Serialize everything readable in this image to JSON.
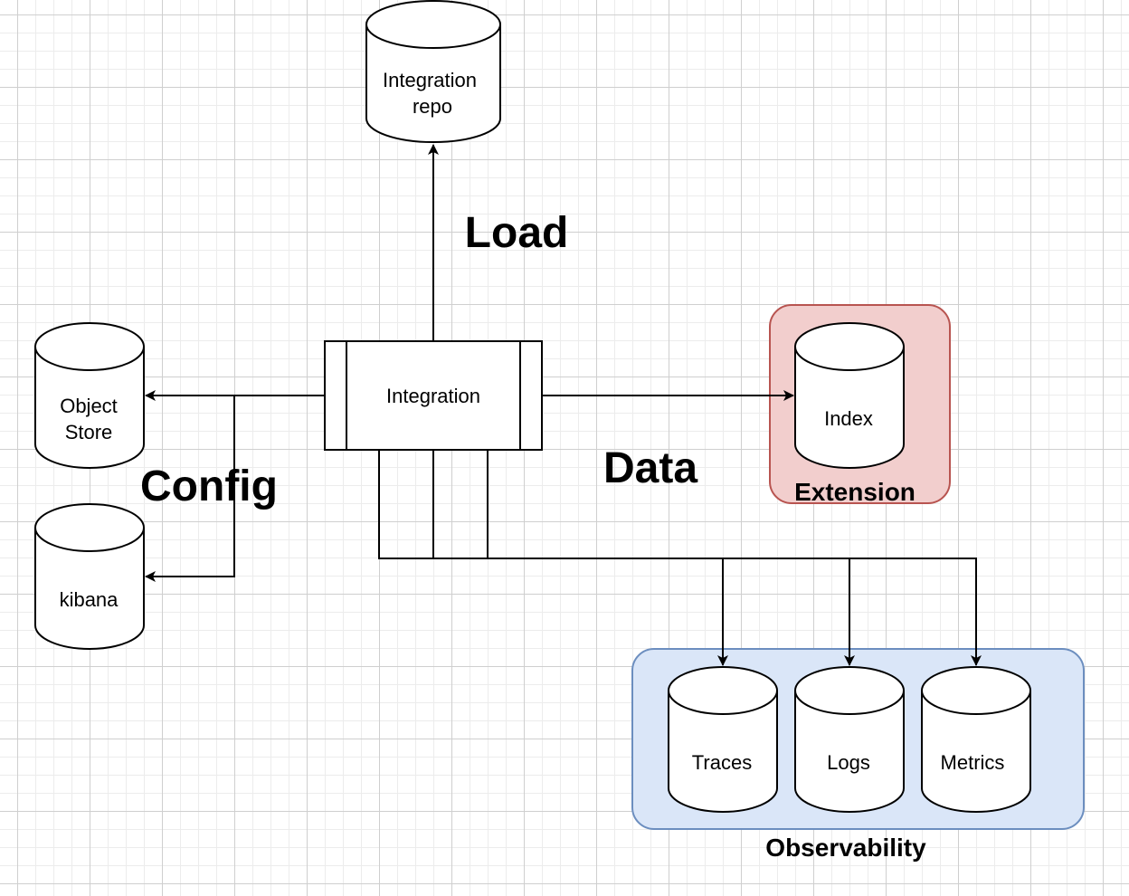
{
  "diagram": {
    "nodes": {
      "integration": {
        "label": "Integration",
        "shape": "process"
      },
      "integration_repo": {
        "label_lines": [
          "Integration",
          "repo"
        ],
        "shape": "cylinder"
      },
      "object_store": {
        "label_lines": [
          "Object",
          "Store"
        ],
        "shape": "cylinder"
      },
      "kibana": {
        "label": "kibana",
        "shape": "cylinder"
      },
      "index": {
        "label": "Index",
        "shape": "cylinder"
      },
      "traces": {
        "label": "Traces",
        "shape": "cylinder"
      },
      "logs": {
        "label": "Logs",
        "shape": "cylinder"
      },
      "metrics": {
        "label": "Metrics",
        "shape": "cylinder"
      }
    },
    "groups": {
      "extension": {
        "label": "Extension",
        "fill": "#f2cecd",
        "stroke": "#b85450"
      },
      "observability": {
        "label": "Observability",
        "fill": "#dae6f8",
        "stroke": "#6c8ebf"
      }
    },
    "edge_labels": {
      "load": "Load",
      "config": "Config",
      "data": "Data"
    },
    "edges": [
      {
        "from": "integration",
        "to": "integration_repo"
      },
      {
        "from": "integration",
        "to": "object_store"
      },
      {
        "from": "integration",
        "to": "kibana"
      },
      {
        "from": "integration",
        "to": "index"
      },
      {
        "from": "integration",
        "to": "traces"
      },
      {
        "from": "integration",
        "to": "logs"
      },
      {
        "from": "integration",
        "to": "metrics"
      }
    ]
  }
}
